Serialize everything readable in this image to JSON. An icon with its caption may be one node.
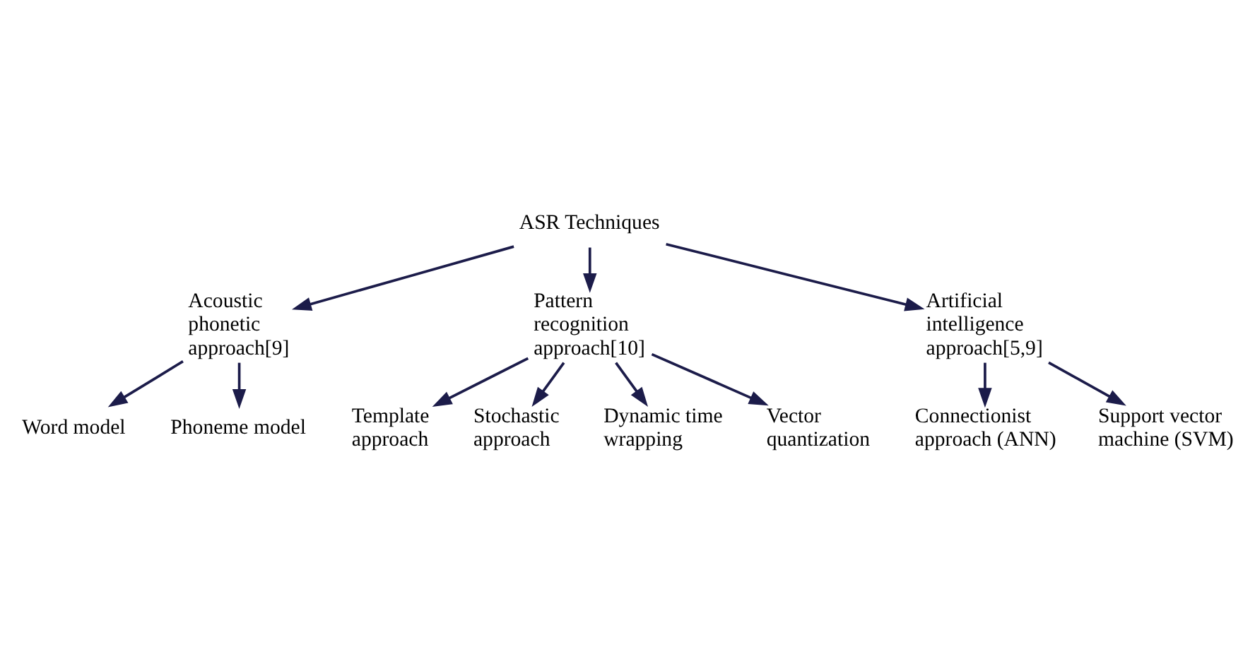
{
  "diagram": {
    "nodes": [
      {
        "text": [
          "ASR Techniques"
        ]
      },
      {
        "text": [
          "Acoustic phonetic approach[9]"
        ]
      },
      {
        "text": [
          "Pattern recognition approach[10]"
        ]
      },
      {
        "text": [
          "Artificial intelligence approach[5,9]"
        ]
      },
      {
        "text": [
          "Word model"
        ]
      },
      {
        "text": [
          "Phoneme model"
        ]
      },
      {
        "text": [
          "Connectionist approach (ANN)"
        ]
      },
      {
        "text": [
          "Support vector machine (SVM)"
        ]
      },
      {
        "text": [
          "Template approach"
        ]
      },
      {
        "text": [
          "Stochastic approach"
        ]
      },
      {
        "text": [
          "Dynamic time wrapping"
        ]
      },
      {
        "text": [
          "Vector quantization"
        ]
      }
    ],
    "edges": [
      {
        "from": 0,
        "to": 1,
        "arrow": "to"
      },
      {
        "from": 0,
        "to": 2,
        "arrow": "to"
      },
      {
        "from": 0,
        "to": 3,
        "arrow": "to"
      },
      {
        "from": 1,
        "to": 4,
        "arrow": "to"
      },
      {
        "from": 1,
        "to": 5,
        "arrow": "to"
      },
      {
        "from": 3,
        "to": 6,
        "arrow": "to"
      },
      {
        "from": 3,
        "to": 7,
        "arrow": "to"
      },
      {
        "from": 2,
        "to": 8,
        "arrow": "to"
      },
      {
        "from": 2,
        "to": 9,
        "arrow": "to"
      },
      {
        "from": 2,
        "to": 10,
        "arrow": "to"
      },
      {
        "from": 2,
        "to": 11,
        "arrow": "to"
      }
    ]
  }
}
